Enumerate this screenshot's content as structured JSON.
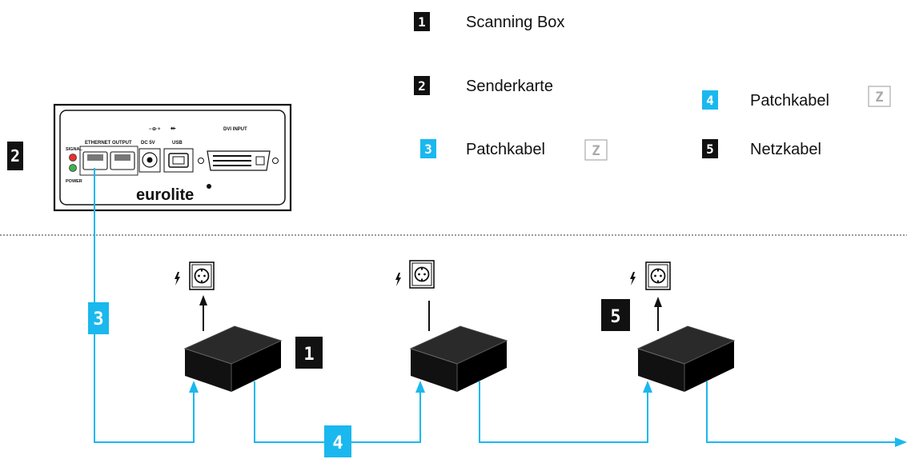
{
  "legend": [
    {
      "num": "1",
      "label": "Scanning Box",
      "badge_color": "#111111"
    },
    {
      "num": "2",
      "label": "Senderkarte",
      "badge_color": "#111111"
    },
    {
      "num": "3",
      "label": "Patchkabel",
      "badge_color": "#1ab8ee",
      "tag": "Z"
    },
    {
      "num": "4",
      "label": "Patchkabel",
      "badge_color": "#1ab8ee",
      "tag": "Z"
    },
    {
      "num": "5",
      "label": "Netzkabel",
      "badge_color": "#111111"
    }
  ],
  "diagram_badges": {
    "sender": "2",
    "cable_a": "3",
    "cable_b": "4",
    "box": "1",
    "power": "5"
  },
  "panel": {
    "signal": "SIGNAL",
    "power": "POWER",
    "ethernet": "ETHERNET OUTPUT",
    "dc": "DC 5V",
    "usb": "USB",
    "dvi": "DVI INPUT",
    "brand": "eurolite"
  },
  "colors": {
    "cable": "#1ab8ee",
    "badge_dark": "#111111",
    "badge_cyan": "#1ab8ee",
    "separator": "#999999"
  },
  "icons": [
    "socket-icon",
    "lightning-icon",
    "arrow-up-icon",
    "arrow-right-icon"
  ]
}
